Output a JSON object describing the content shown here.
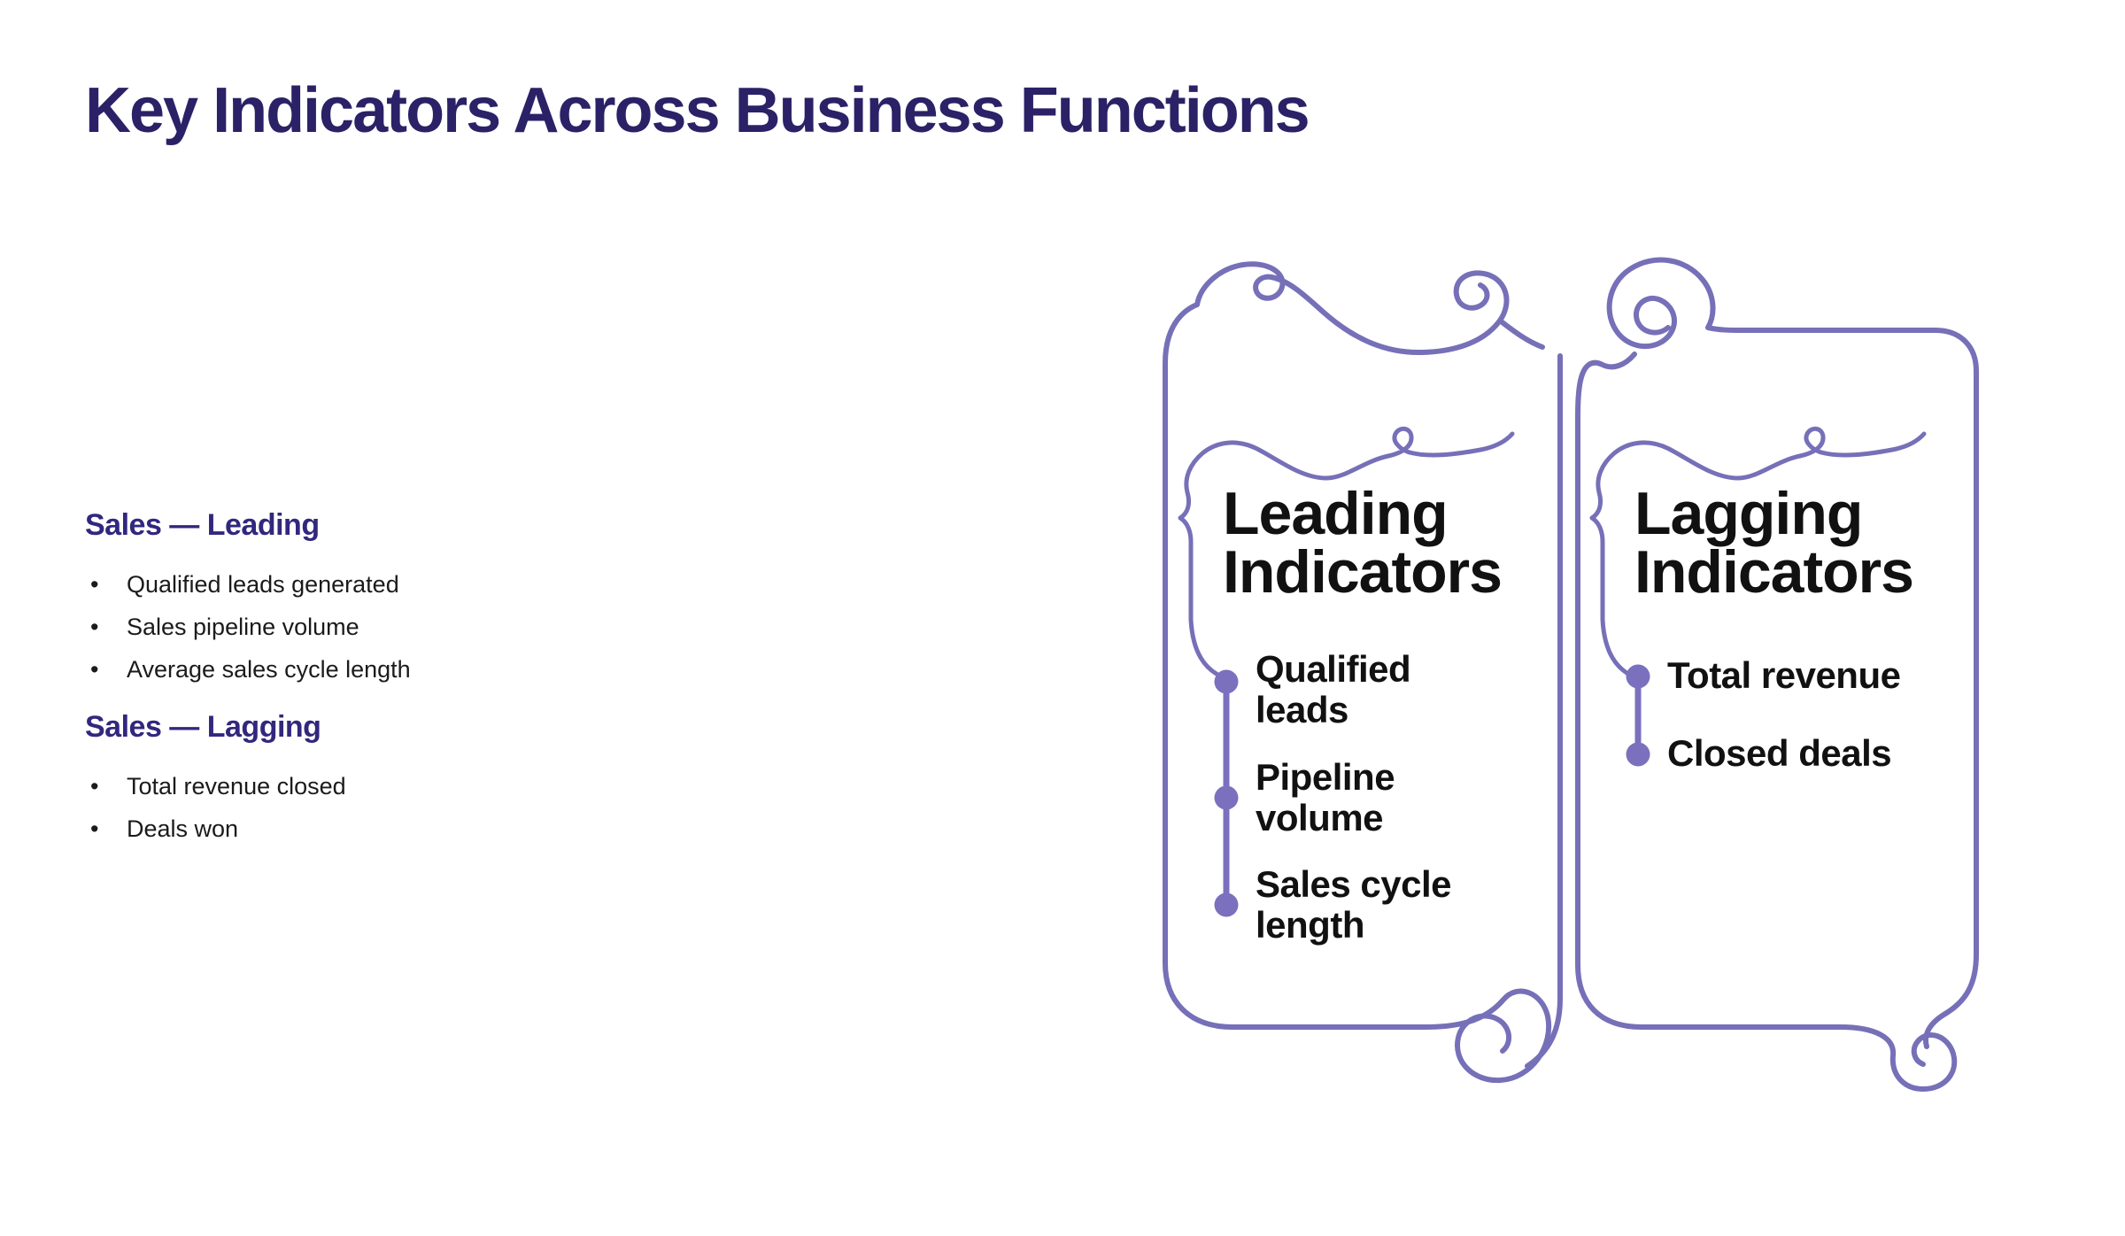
{
  "page": {
    "title": "Key Indicators Across Business Functions"
  },
  "colors": {
    "background": "#ffffff",
    "title_text": "#2B2167",
    "section_heading_text": "#32277E",
    "body_text": "#1B1B1B",
    "frame_text": "#111111",
    "accent_line": "#7670B8",
    "accent_dot": "#7A70BE"
  },
  "left_panel": {
    "sections": [
      {
        "heading": "Sales — Leading",
        "bullets": [
          "Qualified leads generated",
          "Sales pipeline volume",
          "Average sales cycle length"
        ]
      },
      {
        "heading": "Sales — Lagging",
        "bullets": [
          "Total revenue closed",
          "Deals won"
        ]
      }
    ]
  },
  "frames": [
    {
      "title": "Leading Indicators",
      "items": [
        "Qualified leads",
        "Pipeline volume",
        "Sales cycle length"
      ]
    },
    {
      "title": "Lagging Indicators",
      "items": [
        "Total revenue",
        "Closed deals"
      ]
    }
  ]
}
